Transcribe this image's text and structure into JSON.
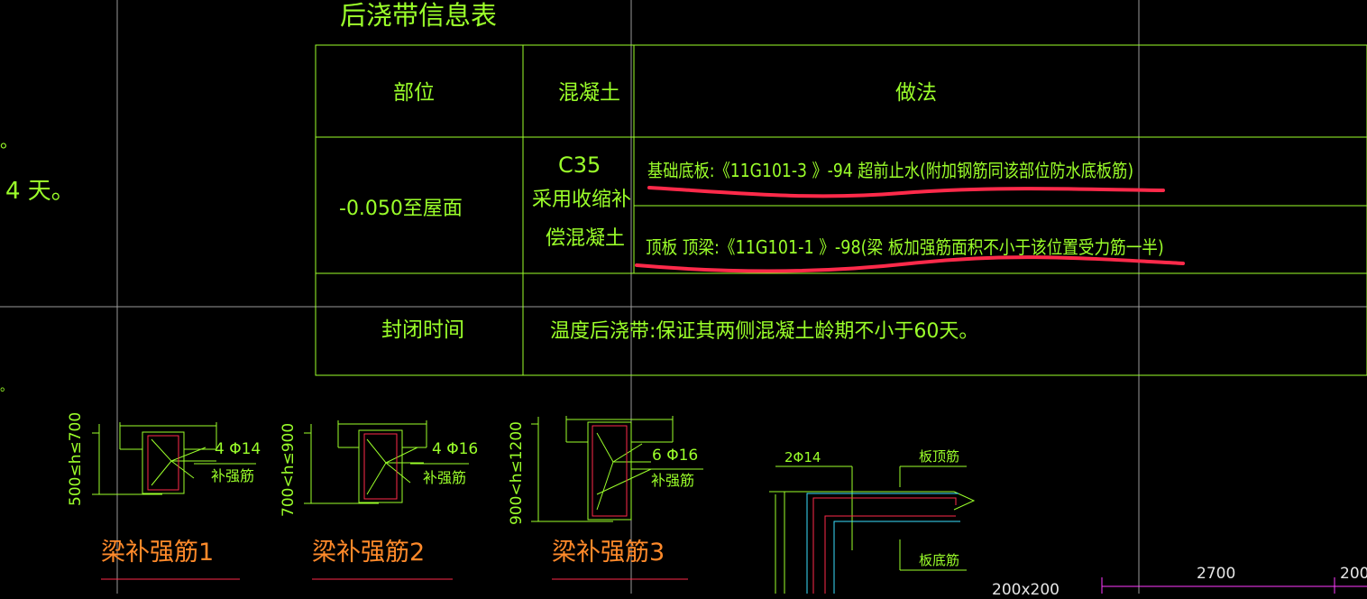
{
  "left_fragments": {
    "dot1": "。",
    "line2": "4 天。",
    "dot2": "。"
  },
  "table": {
    "title": "后浇带信息表",
    "headers": {
      "location": "部位",
      "concrete": "混凝土",
      "method": "做法"
    },
    "row1": {
      "location": "-0.050至屋面",
      "concrete_line1": "C35",
      "concrete_line2": "采用收缩补",
      "concrete_line3": "偿混凝土",
      "method_1": "基础底板:《11G101-3 》-94 超前止水(附加钢筋同该部位防水底板筋)",
      "method_2": "顶板 顶梁:《11G101-1 》-98(梁 板加强筋面积不小于该位置受力筋一半)"
    },
    "row2": {
      "label": "封闭时间",
      "text": "温度后浇带:保证其两侧混凝土龄期不小于60天。"
    }
  },
  "details": [
    {
      "title": "梁补强筋1",
      "range": "500≤h≤700",
      "bars": "4 Φ14",
      "note": "补强筋"
    },
    {
      "title": "梁补强筋2",
      "range": "700<h≤900",
      "bars": "4 Φ16",
      "note": "补强筋"
    },
    {
      "title": "梁补强筋3",
      "range": "900<h≤1200",
      "bars": "6 Φ16",
      "note": "补强筋"
    }
  ],
  "section_labels": {
    "bar": "2Φ14",
    "top_label": "板顶筋",
    "bottom_label": "板底筋"
  },
  "dimensions": {
    "d1": "2700",
    "d2": "200",
    "d3": "200x200"
  },
  "colors": {
    "background": "#000000",
    "lines": "#9bff2a",
    "annotation": "#ff8a2a",
    "highlight": "#ff2a4a",
    "grid": "#9a9a9a",
    "magenta": "#ff3aff",
    "cyan": "#3ae0ff"
  }
}
